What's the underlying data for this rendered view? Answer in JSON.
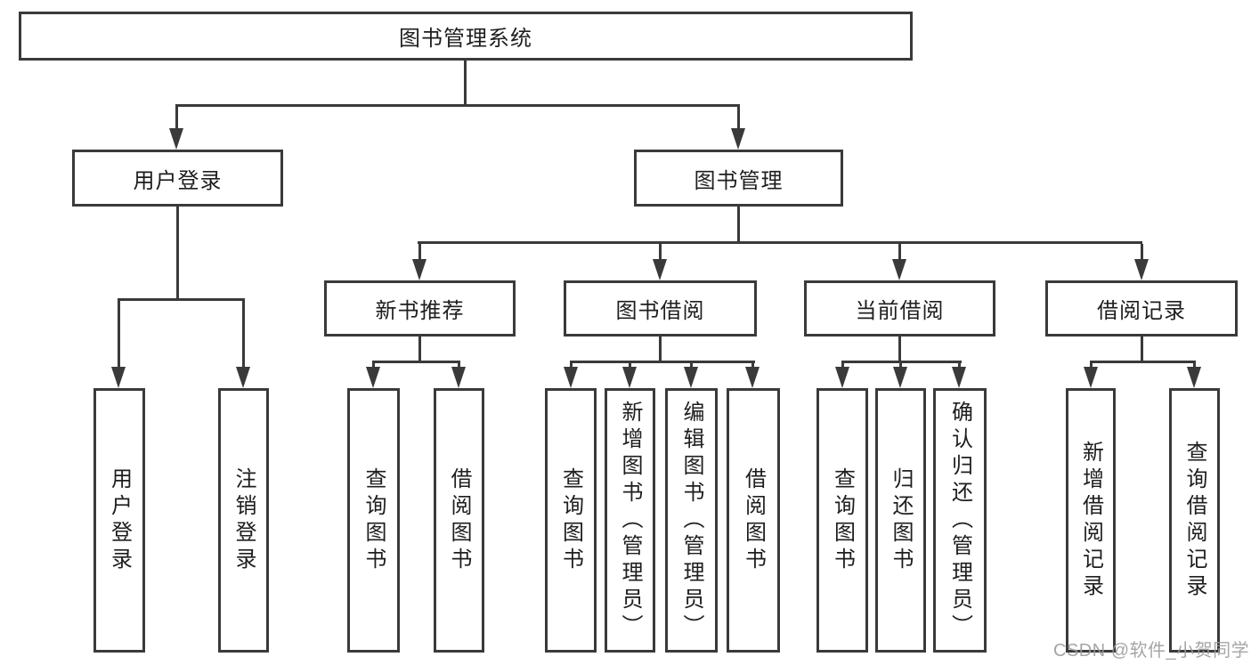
{
  "diagram": {
    "root": {
      "label": "图书管理系统"
    },
    "branches": [
      {
        "label": "用户登录",
        "children": [
          {
            "label": "用户登录"
          },
          {
            "label": "注销登录"
          }
        ]
      },
      {
        "label": "图书管理",
        "children": [
          {
            "label": "新书推荐",
            "children": [
              {
                "label": "查询图书"
              },
              {
                "label": "借阅图书"
              }
            ]
          },
          {
            "label": "图书借阅",
            "children": [
              {
                "label": "查询图书"
              },
              {
                "label": "新增图书（管理员）"
              },
              {
                "label": "编辑图书（管理员）"
              },
              {
                "label": "借阅图书"
              }
            ]
          },
          {
            "label": "当前借阅",
            "children": [
              {
                "label": "查询图书"
              },
              {
                "label": "归还图书"
              },
              {
                "label": "确认归还（管理员）"
              }
            ]
          },
          {
            "label": "借阅记录",
            "children": [
              {
                "label": "新增借阅记录"
              },
              {
                "label": "查询借阅记录"
              }
            ]
          }
        ]
      }
    ]
  },
  "watermark": {
    "text": "CSDN @软件_小贺同学"
  },
  "colors": {
    "line": "#3a3a3a",
    "text": "#1e1e1e",
    "background": "#ffffff",
    "watermark": "#9b9b9b"
  }
}
